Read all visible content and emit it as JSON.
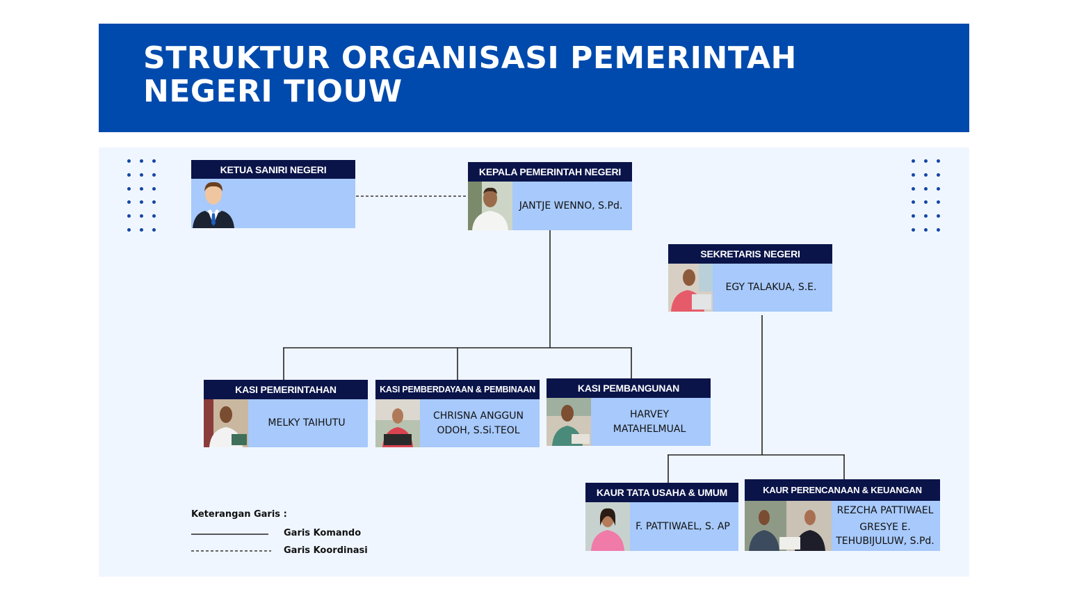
{
  "title": {
    "line1": "STRUKTUR ORGANISASI PEMERINTAH",
    "line2": "NEGERI TIOUW"
  },
  "colors": {
    "header_bg": "#004aad",
    "canvas_bg": "#f0f6ff",
    "card_head_bg": "#0a1449",
    "card_body_bg": "#a7c9fb",
    "dot_color": "#1447a6"
  },
  "positions": {
    "ketua_saniri": {
      "title": "KETUA SANIRI NEGERI",
      "name": []
    },
    "kepala_pemerintah": {
      "title": "KEPALA PEMERINTAH NEGERI",
      "name": [
        "JANTJE WENNO, S.Pd."
      ]
    },
    "sekretaris": {
      "title": "SEKRETARIS NEGERI",
      "name": [
        "EGY TALAKUA, S.E."
      ]
    },
    "kasi_pemerintahan": {
      "title": "KASI PEMERINTAHAN",
      "name": [
        "MELKY TAIHUTU"
      ]
    },
    "kasi_pemberdayaan": {
      "title": "KASI PEMBERDAYAAN & PEMBINAAN",
      "name": [
        "CHRISNA ANGGUN",
        "ODOH, S.Si.TEOL"
      ]
    },
    "kasi_pembangunan": {
      "title": "KASI PEMBANGUNAN",
      "name": [
        "HARVEY",
        "MATAHELMUAL"
      ]
    },
    "kaur_tata_usaha": {
      "title": "KAUR TATA USAHA & UMUM",
      "name": [
        "F. PATTIWAEL, S. AP"
      ]
    },
    "kaur_perencanaan": {
      "title": "KAUR PERENCANAAN & KEUANGAN",
      "name": [
        "REZCHA PATTIWAEL",
        "GRESYE E.",
        "TEHUBIJULUW, S.Pd."
      ]
    }
  },
  "legend": {
    "title": "Keterangan Garis :",
    "komando": "Garis Komando",
    "koordinasi": "Garis Koordinasi"
  }
}
